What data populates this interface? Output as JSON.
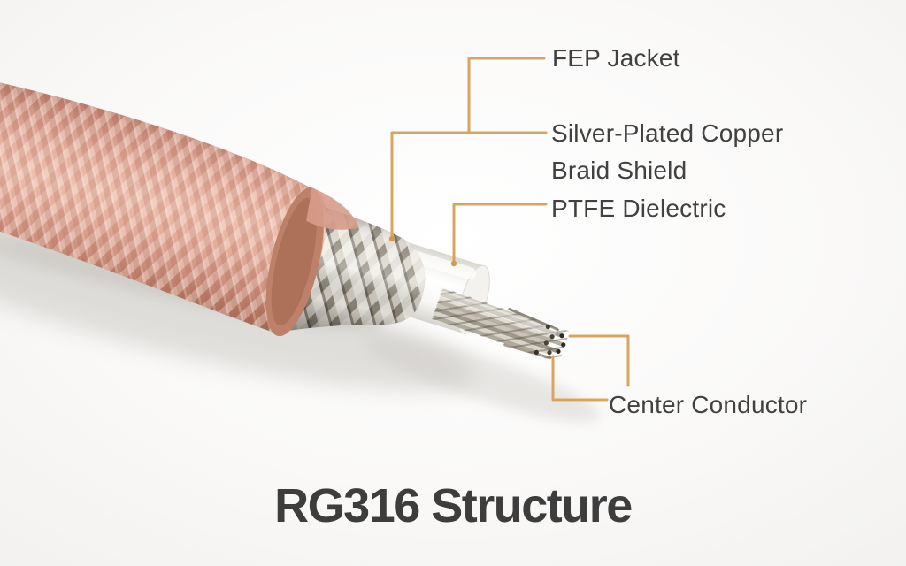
{
  "title": {
    "text": "RG316 Structure"
  },
  "callouts": {
    "fep_jacket": {
      "label": "FEP Jacket"
    },
    "braid_shield": {
      "line1": "Silver-Plated Copper",
      "line2": "Braid Shield"
    },
    "ptfe_dielectric": {
      "label": "PTFE Dielectric"
    },
    "center_conductor": {
      "label": "Center Conductor"
    }
  },
  "colors": {
    "callout_line": "#d9a55e",
    "callout_dot": "#cf9b50",
    "label_text": "#414141",
    "title_text": "#3d3d3d",
    "jacket_pink": "#dca392",
    "braid_silver": "#d4d0c5",
    "dielectric_white": "#fafaf7",
    "conductor_silver": "#c4bfb3",
    "background": "#fbfbfa"
  }
}
